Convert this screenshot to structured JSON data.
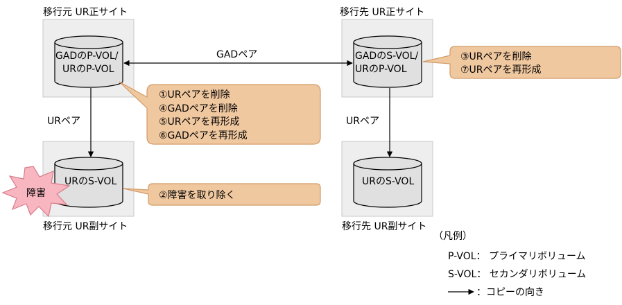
{
  "sites": {
    "source_primary": "移行元 UR正サイト",
    "source_secondary": "移行元 UR副サイト",
    "target_primary": "移行先 UR正サイト",
    "target_secondary": "移行先 UR副サイト"
  },
  "volumes": {
    "src_primary_line1": "GADのP-VOL/",
    "src_primary_line2": "URのP-VOL",
    "src_secondary": "URのS-VOL",
    "tgt_primary_line1": "GADのS-VOL/",
    "tgt_primary_line2": "URのP-VOL",
    "tgt_secondary": "URのS-VOL"
  },
  "pairs": {
    "gad": "GADペア",
    "ur_left": "URペア",
    "ur_right": "URペア"
  },
  "failure": "障害",
  "callouts": {
    "main": [
      "①URペアを削除",
      "④GADペアを削除",
      "⑤URペアを再形成",
      "⑥GADペアを再形成"
    ],
    "failure": "②障害を取り除く",
    "target": [
      "③URペアを削除",
      "⑦URペアを再形成"
    ]
  },
  "legend": {
    "title": "（凡例）",
    "pvol": "P-VOL： プライマリボリューム",
    "svol": "S-VOL： セカンダリボリューム",
    "arrow": "：コピーの向き"
  },
  "colors": {
    "site_box": "#eeeeee",
    "site_border": "#c8c8c8",
    "cylinder": "#e0e0e0",
    "callout_fill": "#f0c8a0",
    "callout_border": "#d29a66",
    "burst_fill": "#f7b6c0",
    "burst_border": "#d97a8a"
  }
}
